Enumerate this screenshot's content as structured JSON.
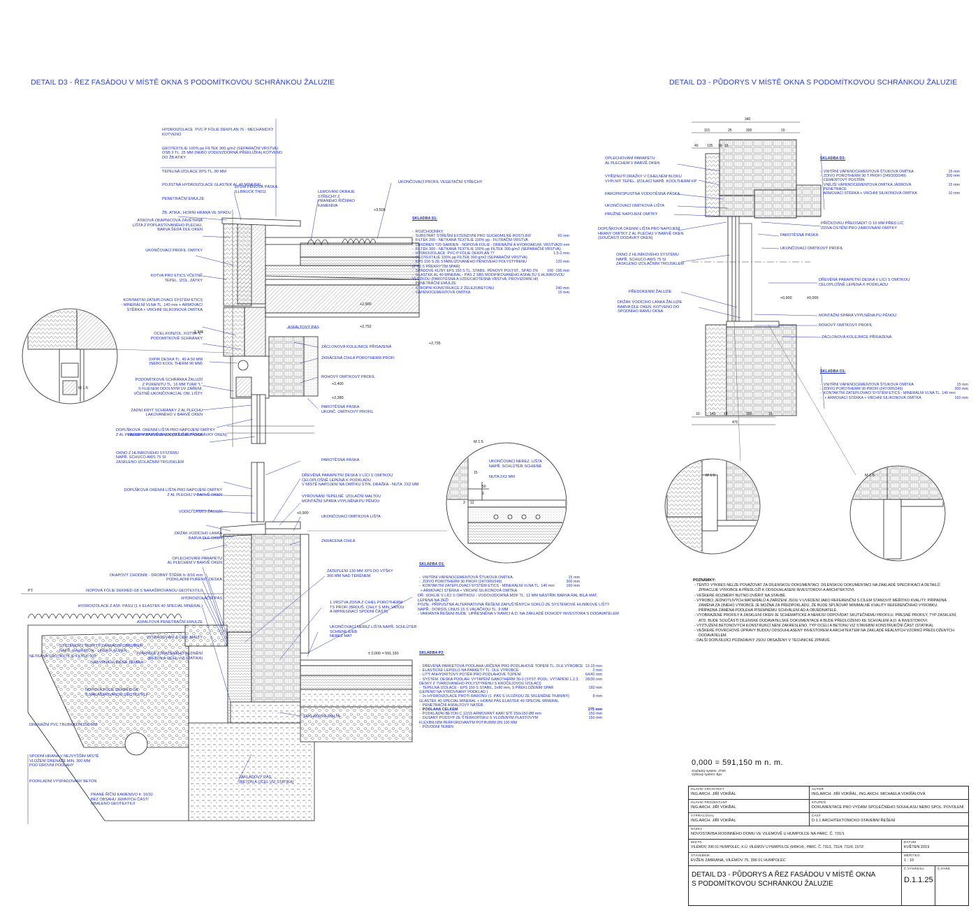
{
  "titles": {
    "left": "DETAIL D3 -   ŘEZ FASÁDOU V MÍSTĚ OKNA S PODOMÍTKOVOU SCHRÁNKOU ŽALUZIE",
    "right": "DETAIL D3 -   PŮDORYS V MÍSTĚ OKNA S PODOMÍTKOVOU SCHRÁNKOU ŽALUZIE"
  },
  "attic_labels": [
    "HYDROIZOLACE  PVC-P FÓLIE DEKPLAN 76 - MECHANICKY\nKOTVENO",
    "GEOTEXTILIE 100% pp FILTEK 300 g/m2 (SEPARAČNÍ VRSTVA)\nOSB 3 TL. 25 MM (NEBO VODUVZDORNÁ PŘEKLIŽKA) KOTVENO\nDO ŽB ATIKY",
    "TEPELNÁ IZOLACE XPS TL. 80 MM",
    "POJISTNÁ HYDROIZOLACE GLASTEK AL 40 MINERAL",
    "PENETRAČNÍ EMULZE",
    "ŽB. ATIKA , HORNÍ HRANA VE SPÁDU"
  ],
  "section_left_labels": [
    "ATIKOVÁ OKAPNICOVÁ ZÁVĚTRNÁ\nLIŠTA Z POPLASTOVANÉHO PLECHU,\nBARVA ŠEDÁ DLE OKEN",
    "UKONČOVACÍ PROFIL OMÍTKY",
    "KOTVA PRO ETICS VČETNĚ\nTEPEL. IZOL. ZÁTKY",
    "KONTAKTNÍ ZATEPLOVACÍ SYSTÉM ETICS\n- MINERÁLNÍ VLNA TL. 140 mm + ARMOVACÍ\nSTĚRKA + VRCHNÍ SILIKONOVÁ OMÍTKA",
    "OCEL.KONZOL. KOTVA \"L\"\nPODOMÍTKOVÉ SCHRÁNKY",
    "2XPIR DESKA TL. 40 A 50 MM\n(NEBO KOOL THERM 90 MM)",
    "PODOMÍTKOVÁ SCHRÁNKA ŽALUZIÍ\nZ PURENITU TL. 16 MM TVAR \"L\"\nS FLIESEM ODOLNÝM UV ZÁŘENÍ,\nVČETNĚ UKONČOVACÍ AL OM. LIŠTY",
    "ZADNÍ KRYT SCHRÁNKY Z AL PLECHU\nLAKOVANÉHO V BARVĚ OKEN",
    "PAROPROPUSTNÁ VODOTĚSNÁ PÁSKA",
    "DOPLŇKOVÁ  OKENNÍ LIŠTA PRO NAPOJENÍ OMÍTKY\nZ AL PLECHU V BARVĚ OKEN (SOUČÁSTÍ DODÁVKY OKEN)",
    "OKNO Z HLINÍKOVÉHO SYSTÉMU\nNAPŘ. SCHUCO AWS 75 SI\nZASKLENO IZOLAČNÍM TROJSKLEM"
  ],
  "section_mid_labels": [
    "EPDM PĚNOVÁ PÁSKA\nILLBRUCK TN011",
    "LEMOVÁNÍ OKRAJE\nSTŘECHY Z\nPRANÉHO ŘÍČNÍHO\nKAMENIVA",
    "UKONČOVACÍ PROFIL VEGETAČNÍ STŘECHY",
    "ASFALTOVÝ PÁS",
    "ZÁCLONOVÁ KOLEJNICE PŘISAZENÁ",
    "ZKRÁCENÁ CIHLA POROTHERM PROFI",
    "ROHOVÝ OMÍTKOVÝ PROFIL",
    "PAROTĚSNÁ PÁSKA\nUKONČ. OMÍTKOVÝ PROFIL"
  ],
  "skladba_s1": {
    "header": "SKLADBA S1:",
    "rows": [
      {
        "t": "ROZCHODNÍKY",
        "v": ""
      },
      {
        "t": "SUBSTRÁT STŘEŠNÍ EXTENZIVNÍ PRO SUCHOMILNÉ ROSTLINY",
        "v": "60 mm"
      },
      {
        "t": "FILTEK 200 - NETKANÁ TEXTILIE 100% pp - FILTRAČNÍ VRSTVA",
        "v": ""
      },
      {
        "t": "DEKDREN T20 GARDEN - NOPOVÁ FÓLIE - DRENÁŽNÍ A HYDROAKUM. VRSTVA",
        "v": "20 mm"
      },
      {
        "t": "FILTEK 300 - NETKANÁ TEXTILIE 100% pp FILTEK 300 g/m2 (SEPARAČNÍ VRSTVA)",
        "v": ""
      },
      {
        "t": "HYDROIZOLACE  PVC-P FÓLIE DEKPLAN 77",
        "v": "1,5-2 mm"
      },
      {
        "t": "GEOTEXTILIE 100% pp FILTEK 300 g/m2 (SEPARAČNÍ VRSTVA)",
        "v": ""
      },
      {
        "t": "EPS 150 S ZE STABILIZOVANÉHO PĚNOVÉHO POLYSTYRENU\n(2*60 S PŘEKRYTÍM SPAR)",
        "v": "120 mm"
      },
      {
        "t": "SPÁDOVÉ KLÍNY EPS 150 S TL. STABIL. PĚNOVÝ POLYST., SPÁD 2%",
        "v": "100 -195 mm"
      },
      {
        "t": "GLASTEK AL 40 MINERAL - PÁS Z SBS MODIFIKOVANÉHO ASFALTU S HLINÍKOVOU\nVLOŽKOU (PAROTĚSNÁ A VZDUCHOTĚSNÁ VRSTVA, PROVIZORNÍ HI)",
        "v": ""
      },
      {
        "t": "PENETRAČNÍ EMULZE",
        "v": ""
      },
      {
        "t": "STROPNÍ KONSTRUKCE Z ŽELEZOBETONU",
        "v": "240 mm"
      },
      {
        "t": "VÁPENOCEMENTOVÁ OMÍTKA",
        "v": "15 mm"
      }
    ]
  },
  "levels_upper": [
    "+3,509",
    "+2,900",
    "+2,752",
    "+2,735",
    "-2,335",
    "+2,400",
    "+2,380"
  ],
  "magnifier_center": {
    "scale": "M 1:5",
    "labels": [
      "UKONČOVACÍ NEREZ. LIŠTA\nNAPŘ. SCHLÜTER SCHIENE",
      "NUTA 2X2 MM"
    ],
    "dims": [
      "15",
      "50",
      "2",
      "3",
      "12"
    ]
  },
  "lower_right_labels": [
    "PAROTĚSNÁ PÁSKA",
    "DŘEVĚNÁ PARAPETNÍ DESKA V LÍCI S OMÍTKOU\nCELOPLOŠNĚ LEPENÁ K PODKLADU\nV MÍSTĚ NAPOJENÍ NA OMÍTKU STIN. DRÁŽKA - NUTA  2X2 MM",
    "VYROVNÁNÍ TEPELNĚ  IZOLAČNÍ MALTOU\nMONTÁŽNÍ SPÁRA VYPLNĚNA PU PĚNOU",
    "UKONČOVACÍ OMÍTKOVÁ LIŠTA",
    "ZKRÁCENÁ CIHLA",
    "ZATEPLENÍ 130 MM XPS DO VÝŠKY\n300 MM NAD TERÉNEM",
    "1.VRSTVA ZDIVA Z CIHEL POROTHERM\nTS PROFI (BRDUŠ. CIHLY S MIN. VATOU\nA IMPREGNACÍ SPODNÍ ČÁSTI)",
    "UKONČOVACÍ NEREZ LIŠTA NAPŘ. SCHLÜTER\nSCHIENE E/EB\nNEREZ MAT",
    "ZÁKLADOVÁ MALTA",
    "ZÁKLADOVÝ PÁS\n(BETON A OCEL VIZ STATIKA)"
  ],
  "lower_left_labels": [
    "DOPLŇKOVÁ OKENNÍ LIŠTA PRO NAPOJENÍ OMÍTKY\nZ AL PLECHU V BARVĚ OKEN",
    "VODÍCÍ LANKO ŽALUZIÍ",
    "DRŽÁK VODÍCÍHO LANKA\nBARVA DLE OKEN",
    "OPLECHOVÁNÍ PARAPETU\nAL PLECHEM V BARVĚ OKEN",
    "PODKLADNÍ PURENIT. DESKA",
    "HYDROIZOLAČNÍ PÁS",
    "OKAPOVÝ CHODNÍK - DROBNÝ ŠTĚRK fr. 8/16 mm",
    "NOPOVÁ FÓLIE DEKRED G8 S NAKAŠÍROVANOU GEOTEXTILIÍ",
    "HYDROIZOLACE Z ASF. PÁSU (1 X ELASTEK 40 SPECIAL MINERAL)",
    "ASFALTOVÁ PENETRAČNÍ EMULZE",
    "VYSPÁDOVÁNÍ Z CEM. MALTY",
    "TVÁRNICE ZTRACENÉHO BEDNĚNÍ\n(BETON A OCEL VIZ STATIKA)"
  ],
  "ground_labels": [
    "SYSTÉMOVÝ SKRYTÝ ZAHRADNÍ OBRUBNÍK\nNAPŘ. HAURATON - LINEFIX SUPER",
    "NÁSYPNÁ HLINĚNÁ ZEMINA",
    "NETKANÁ GEOTEXTILIE FILTEK 300",
    "NOPOVÁ FÓLIE DEKRED G8\nS NAKAŠÍROVANOU GEOTEXTILIÍ",
    "DRENÁŽNÍ PVC TRUBKA DN 150 MM",
    "SPODNÍ HRANA V NEJVYŠŠÍM MÍSTĚ\nVLOŽENÍ DRENÁŽE MIN. 300 MM\nPOD ÚROVNÍ PODLAHY",
    "PODKLADNÍ VYSPÁDOVANÝ BETON",
    "PRANÉ ŘÍČNÍ KAMENIVO fr. 16/32\nBEZ OBSAHU JEMNÝCH ČÁSTÍ\nOBALENO GEOTEXTILIÍ"
  ],
  "skladba_o1_lower": {
    "header": "SKLADBA O1:",
    "rows": [
      {
        "t": "VNITŘNÍ VÁPENOCEMENTOVÁ ŠTUKOVÁ OMÍTKA",
        "v": "15 mm"
      },
      {
        "t": "ZDIVO POROTHERM 30 PROFI (247/300/249)",
        "v": "300 mm"
      },
      {
        "t": "KONTAKTNÍ ZATEPLOVACÍ SYSTÉM ETICS - MINERÁLNÍ VLNA TL. 140 mm\n + ARMOVACÍ STĚRKA + VRCHNÍ SILIKONOVÁ OMÍTKA",
        "v": "160 mm"
      }
    ]
  },
  "sokl_note": "DŘ. SOKLÍK V LÍCI S OMÍTKOU - VODOVZDORNÁ MDF TL. 12 MM NÁSTŘIK BARVA RAL BÍLÁ MAT,\nLEPENÁ NA ZEĎ\nPOZN.: PŘÍPUSTNÁ ALTERNATIVNÁ ŘEŠENÍ ZAPUŠTĚNÝCH SOKLŮ ZE SYSTÉMOVÉ HLINÍKOVÉ LIŠTY\nNAPŘ.: DORSIS LINUS 15 S VALAČKOU TL. 9 MM\n- VARIANTA ŘEŠENÍ BUDE  UPŘESNĚNA V RÁMCI A.D. NA ZÁKLADĚ DOHODY INVESTORA S DODAVATELEM",
  "skladba_p2": {
    "header": "SKLADBA P2:",
    "rows": [
      {
        "t": "DŘEVĚNÁ PARKETOVÁ PODLAHA URČENÁ PRO PODLAHOVÉ TOPENÍ TL. DLE VÝROBCE",
        "v": "12-15 mm"
      },
      {
        "t": "ELASTICKÉ LEPIDLO NA PARKETY TL. DLE VÝROBCE",
        "v": "2 mm"
      },
      {
        "t": "LITÝ ANHYDRITOVÝ POTĚR PRO PODLAHOVÉ TOPENÍ",
        "v": "64/42 mm"
      },
      {
        "t": "SYSTÉM. DESKA PODLAH. VYTÁPĚNÍ GABOTHERM 30-2 (SYST. PODL. VYTÁPĚNÍ 1.2.3,\nDESKY Z TVAROVANÉHO POLYSTYRENU S KROČEJOVOU IZOLACÍ)",
        "v": "28/30 mm"
      },
      {
        "t": "TEPELNÁ IZOLACE - EPS 150 S STABIL, 2x80 mm, S PŘEKLOŽENÍM SPAR\n(LEPENO NA VYROVNANÝ PODKLAD )",
        "v": "160 mm"
      },
      {
        "t": "2x HYDROIZOLACE PROTI RADONU (1. PÁS S VLOŽKOU ZE SKLENĚNÉ TKANINY)\nGLASTEK 40 SPECIAL MINERAL + HORNÍ PÁS ELASTEK 40 SPECIAL MINERAL",
        "v": "8 mm"
      },
      {
        "t": "PENETRAČNÍ ASFALTOVÝ NÁTĚR",
        "v": ""
      },
      {
        "t": "PODLAHA CELKEM",
        "v": "275 mm",
        "bold": true
      },
      {
        "t": "PODKLADNÍ BETON C 12/15 ARMOVANÝ KARI SÍTÍ 150x150 Ø8 mm",
        "v": "150 mm"
      },
      {
        "t": "DUSANÝ PODSYP ZE ŠTĚRKOPÍSKU S VLOŽENÝM PLASTOVÝM\nFLEXIBILNÍM PERFOROVANÝM POTRUBÍM DN 100 MM",
        "v": "150 mm"
      },
      {
        "t": "PŮVODNÍ TERÉN",
        "v": ""
      }
    ]
  },
  "levels_lower": [
    "+0,900",
    "± 0,000 = 591,150",
    "PT"
  ],
  "plan_left_labels": [
    "OPLECHOVÁNÍ PARAPETU\nAL PLECHEM V BARVĚ OKEN",
    "VYŘÍZNUTÍ DRÁŽKY V CIHELNÉM BLOKU\nVYPLNIT TEPEL. IZOLACÍ NAPŘ. KOOLTHERM KP",
    "PAROPROPUSTNÁ VODOTĚSNÁ PÁSKA",
    "UKONČOVACÍ OMÍTKOVÁ LIŠTA",
    "PRUŽNÉ NAPOJENÍ OMÍTKY",
    "DOPLŇKOVÁ OKENNÍ LIŠTA PRO NAPOJENÍ\nHRANY OMÍTKY Z AL PLECHU V BARVĚ OKEN\n(SOUČÁSTÍ DODÁVKY OKEN)",
    "OKNO Z HLINÍKOVÉHO SYSTÉMU\nNAPŘ. SCHUCO AWS 75 SI\nZASKLENO IZOLAČNÍM TROJSKLEM",
    "PŘEDOKENNÍ ŽALUZIE",
    "DRŽÁK VODÍCÍHO LANKA ŽALUZIE\nBARVA DLE OKEN, KOTVENO DO\nSPODNÍHO RÁMU OKNA"
  ],
  "plan_right_labels": [
    "PŘÍČKOVKU PŘEOSADIT O 10 MM PŘED LÍC\nZDIVA OSTĚNÍ PRO ZAROVNÁNÍ OMÍTKY",
    "PAROTĚSNÁ PÁSKA",
    "UKONČOVACÍ OMÍTKOVÝ PROFIL",
    "DŘEVĚNÁ PARAPETNÍ DESKA V LÍCI S OMÍTKOU\nCELOPLOŠNĚ LEPENÁ K PODKLADU",
    "MONTÁŽNÍ SPÁRA VYPLNĚNA PU PĚNOU",
    "ROHOVÝ OMÍTKOVÝ PROFIL",
    "ZÁCLONOVÁ KOLEJNICE PŘISAZENÁ"
  ],
  "skladba_d3": {
    "header": "SKLADBA D3:",
    "rows": [
      {
        "t": "VNITŘNÍ VÁPENOCEMENTOVÁ ŠTUKOVÁ OMÍTKA",
        "v": "15 mm"
      },
      {
        "t": "ZDIVO POROTHERM 30 T PROFI (249/300/249)",
        "v": "300 mm"
      },
      {
        "t": "CEMENTOVÝ POSTŘIK",
        "v": ""
      },
      {
        "t": "VNĚJŠÍ VÁPENOCEMENTOVÁ OMÍTKA JÁDROVÁ",
        "v": "15 mm"
      },
      {
        "t": "PENETRACE",
        "v": ""
      },
      {
        "t": "ARMOVACÍ STĚRKA + VRCHNÍ SILIKONOVÁ OMÍTKA",
        "v": "10 mm"
      }
    ]
  },
  "skladba_o1_plan": {
    "header": "SKLADBA O1:",
    "rows": [
      {
        "t": "VNITŘNÍ VÁPENOCEMENTOVÁ ŠTUKOVÁ OMÍTKA",
        "v": "15 mm"
      },
      {
        "t": "ZDIVO POROTHERM 30 PROFI (247/300/249)",
        "v": "300 mm"
      },
      {
        "t": "KONTAKTNÍ ZATEPLOVACÍ SYSTÉM ETICS - MINERÁLNÍ VLNA TL. 140 mm",
        "v": ""
      },
      {
        "t": " + ARMOVACÍ STĚRKA + VRCHNÍ SILIKONOVÁ OMÍTKA",
        "v": "160 mm"
      }
    ]
  },
  "plan_dims_top": [
    "340",
    "115",
    "25",
    "300",
    "15",
    "40",
    "135",
    "10",
    "15"
  ],
  "plan_dims_bottom": [
    "10",
    "140",
    "10",
    "300",
    "15",
    "475"
  ],
  "plan_levels": [
    "+0,900",
    "±0,000"
  ],
  "magnifier_scale": "M 1:5",
  "notes": {
    "header": "POZNÁMKY:",
    "items": [
      "TENTO VÝKRES NELZE POVAŽOVAT ZA DÍLENSKOU DOKUMENTACI. DÍLENSKOU DOKUMENTACI NA ZÁKLADĚ SPECIFIKACÍ A DETAILŮ ZPRACUJE VÝROBCE A PŘEDLOŽÍ K ODSOUHLASENÍ INVESTOROVI A ARCHITEKTOVI.",
      "VEŠKERÉ ROZMĚRY NUTNO OVĚŘIT NA STAVBĚ.",
      "VÝROBCI JEDNOTLIVÝCH MATERIÁLŮ A ZAŘÍZENÍ JSOU V UVEDENÍ JAKO REFERENČNÍ S CÍLEM STANOVIT MĚŘÍTKO KVALITY. PŘÍPADNÁ ZÁMĚNA ZA JINÉHO VÝROBCE JE MOŽNÁ ZA PŘEDPOKLADU, ŽE BUDE SPLŇOVAT MINIMÁLNĚ KVALITY REFERENČNÍHO VÝROBKU. PŘÍPADNÁ ZÁMĚNA PODLÉHÁ PÍSEMNÉMU SCHVÁLENÍ AD A OBJEDNATELE.",
      "VYOBRAZENÉ  PROFILY A ZASKLENÍ  OKEN JE SCHEMATICKÉ  A NEMUSÍ ODPOVÍDAT SKUTEČNÉMU PROFILU. PŘESNÉ PROFILY, TYP ZASKLENÍ, ATD. BUDE  SOUČÁSTÍ DÍLENSKÉ DODAVATELSKÉ DOKUMENTACE A BUDE PŘEDLOŽENO KE SCHVÁLENÍ A.D. A INVESTOROVI.",
      "VYZTUŽENÍ BETONOVÝCH KONSTRUKCÍ NENÍ ZAKRESLENO, TYP OCELI A BETONU VIZ STAVEBNÍ KONSTRUKČNÍ ČÁST (STATIKA).",
      "VEŠKERÉ POVRCHOVÉ ÚPRAVY BUDOU ODSOUHLASENY INVESTOREM A ARCHITEKTEM  NA ZÁKLADĚ REÁLNÝCH VZORKŮ PŘEDLOŽENÝCH DODAVATELEM.",
      "DALŠÍ DOPLŇUJÍCÍ POŽADAVKY JSOU OBSAŽENY V TECHNICKÉ ZPRÁVĚ."
    ]
  },
  "elevation": {
    "main": "0,000 = 591,150 m n. m.",
    "line1": "Souřadný systém: JTSK",
    "line2": "Výškový systém: Bpv"
  },
  "title_block": {
    "hlavni_architekt_k": "HLAVNÍ ARCHITEKT",
    "hlavni_architekt_v": "ING.ARCH. JIŘÍ VOKŘÁL",
    "autor_k": "AUTOR",
    "autor_v": "ING.ARCH. JIŘÍ VOKŘÁL, ING.ARCH. MICHAELA VOKŘÁLOVÁ",
    "hlavni_projektant_k": "HLAVNÍ PROJEKTANT",
    "hlavni_projektant_v": "ING.ARCH. JIŘÍ VOKŘÁL",
    "stupen_k": "STUPEŇ",
    "stupen_v": "DOKUMENTACE PRO VYDÁNÍ SPOLEČNÉHO SOUHLASU NEBO SPOL. POVOLENÍ",
    "vypracoval_k": "VYPRACOVAL",
    "vypracoval_v": "ING.ARCH. JIŘÍ VOKŘÁL",
    "cast_k": "ČÁST",
    "cast_v": "D.1.1 ARCHITEKTONICKO-STAVEBNÍ ŘEŠENÍ",
    "nazev_k": "NÁZEV",
    "nazev_v": "NOVOSTAVBA RODINNÉHO DOMU VE VILÉMOVĚ U HUMPOLCE NA PARC. Č. 731/1",
    "misto_k": "MÍSTO",
    "misto_v": "VILÉMOV, 396 01 HUMPOLEC, K.Ú. VILÉMOV U HUMPOLCE (649414) , PARC. Č. 731/1, 731/4, 731/6, 157/2",
    "datum_k": "DATUM",
    "datum_v": "KVĚTEN 2019",
    "stavebnik_k": "STAVEBNÍK",
    "stavebnik_v": "EVŽEN ZÁBRANA, VILÉMOV 75, 396 01 HUMPOLEC",
    "meritko_k": "MĚŘÍTKO",
    "meritko_v": "1 : 10",
    "vykres_title": "DETAIL D3 - PŮDORYS A ŘEZ FASÁDOU V MÍSTĚ OKNA\nS PODOMÍTKOVOU SCHRÁNKOU ŽALUZIE",
    "cislo_k": "Č.VÝKRESU",
    "cislo_v": "D.1.1.25",
    "pare_k": "Č.PARÉ",
    "pare_v": ""
  }
}
